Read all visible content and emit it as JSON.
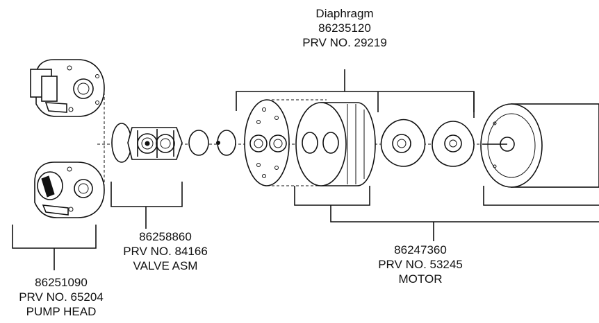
{
  "labels": {
    "diaphragm": {
      "line1": "Diaphragm",
      "line2": "86235120",
      "line3": "PRV NO. 29219"
    },
    "valve": {
      "line1": "86258860",
      "line2": "PRV NO. 84166",
      "line3": "VALVE ASM"
    },
    "motor": {
      "line1": "86247360",
      "line2": "PRV NO. 53245",
      "line3": "MOTOR"
    },
    "pump_head": {
      "line1": "86251090",
      "line2": "PRV NO. 65204",
      "line3": "PUMP HEAD"
    }
  }
}
